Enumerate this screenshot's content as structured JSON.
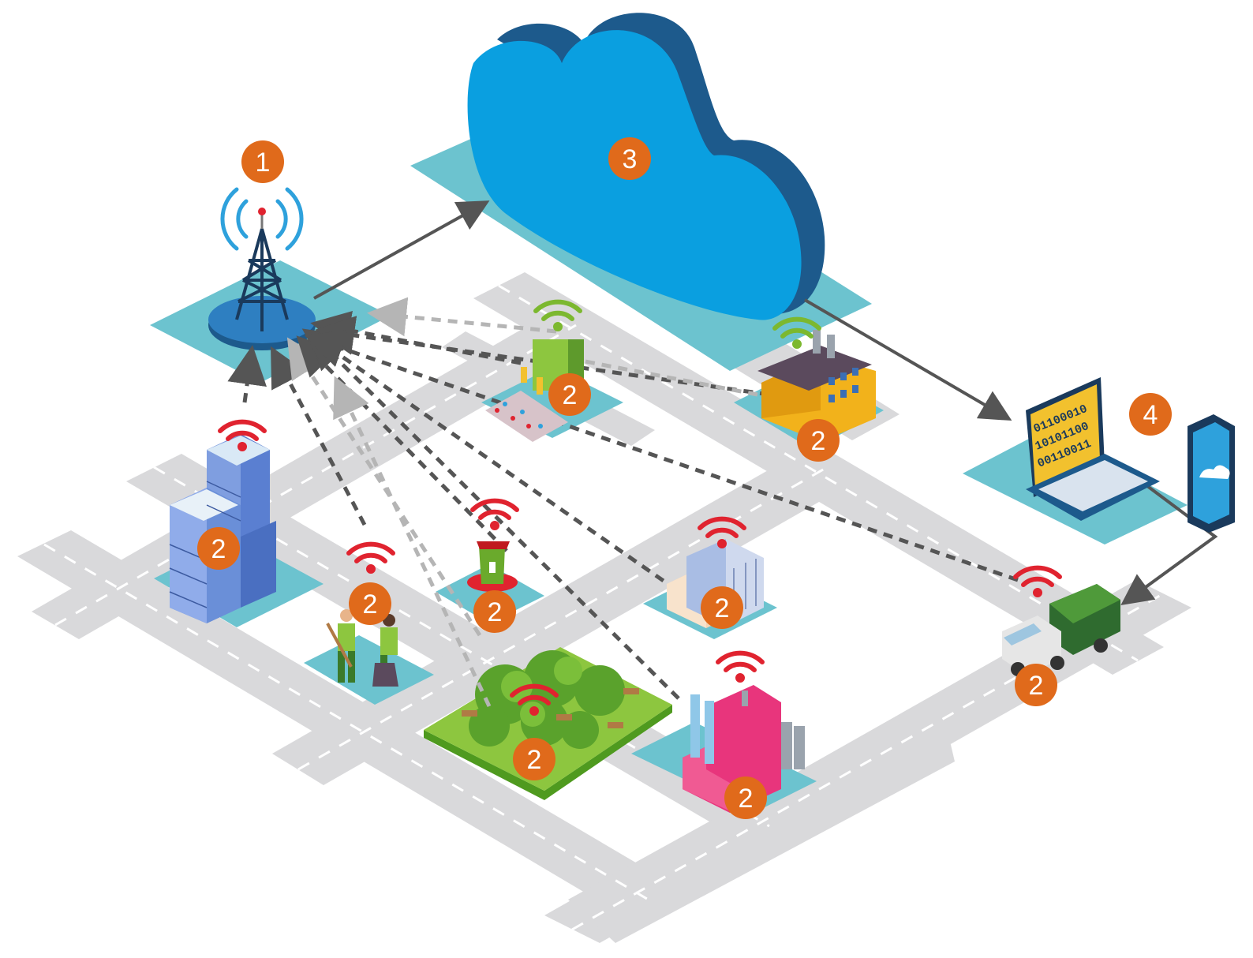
{
  "badges": {
    "tower": "1",
    "cloud": "3",
    "devices": "4",
    "recycling_plant": "2",
    "factory": "2",
    "office_tower": "2",
    "workers": "2",
    "smart_bin": "2",
    "apartment": "2",
    "park": "2",
    "incinerator": "2",
    "garbage_truck": "2"
  },
  "laptop_binary": [
    "01100010",
    "10101100",
    "00110011"
  ],
  "colors": {
    "badge": "#e06a1b",
    "road": "#d9d9db",
    "pad": "#6cc3cf",
    "cloud_front": "#0a9fe0",
    "cloud_side": "#1d5a8c",
    "signal_red": "#e0232f",
    "signal_green": "#7cb82f",
    "arrow": "#555555"
  },
  "icons": [
    "cell-tower-icon",
    "cloud-icon",
    "laptop-icon",
    "smartphone-icon",
    "wifi-signal-icon",
    "garbage-truck-icon",
    "waste-bin-icon",
    "factory-icon",
    "office-building-icon",
    "park-icon"
  ]
}
